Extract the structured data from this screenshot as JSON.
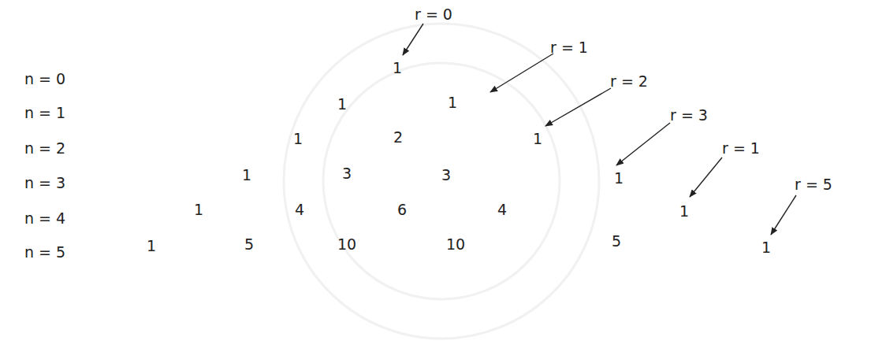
{
  "diagram": {
    "labels": [
      "r = 0",
      "n = 0",
      "1",
      "r = 1",
      "n = 1",
      "1",
      "1",
      "r = 2",
      "n = 2",
      "1",
      "2",
      "1",
      "r = 3",
      "n = 3",
      "1",
      "3",
      "3",
      "1",
      "r = 1",
      "n = 4",
      "1",
      "4",
      "6",
      "4",
      "1",
      "r = 5",
      "n = 5",
      "1",
      "5",
      "10",
      "10",
      "5",
      "1"
    ]
  }
}
